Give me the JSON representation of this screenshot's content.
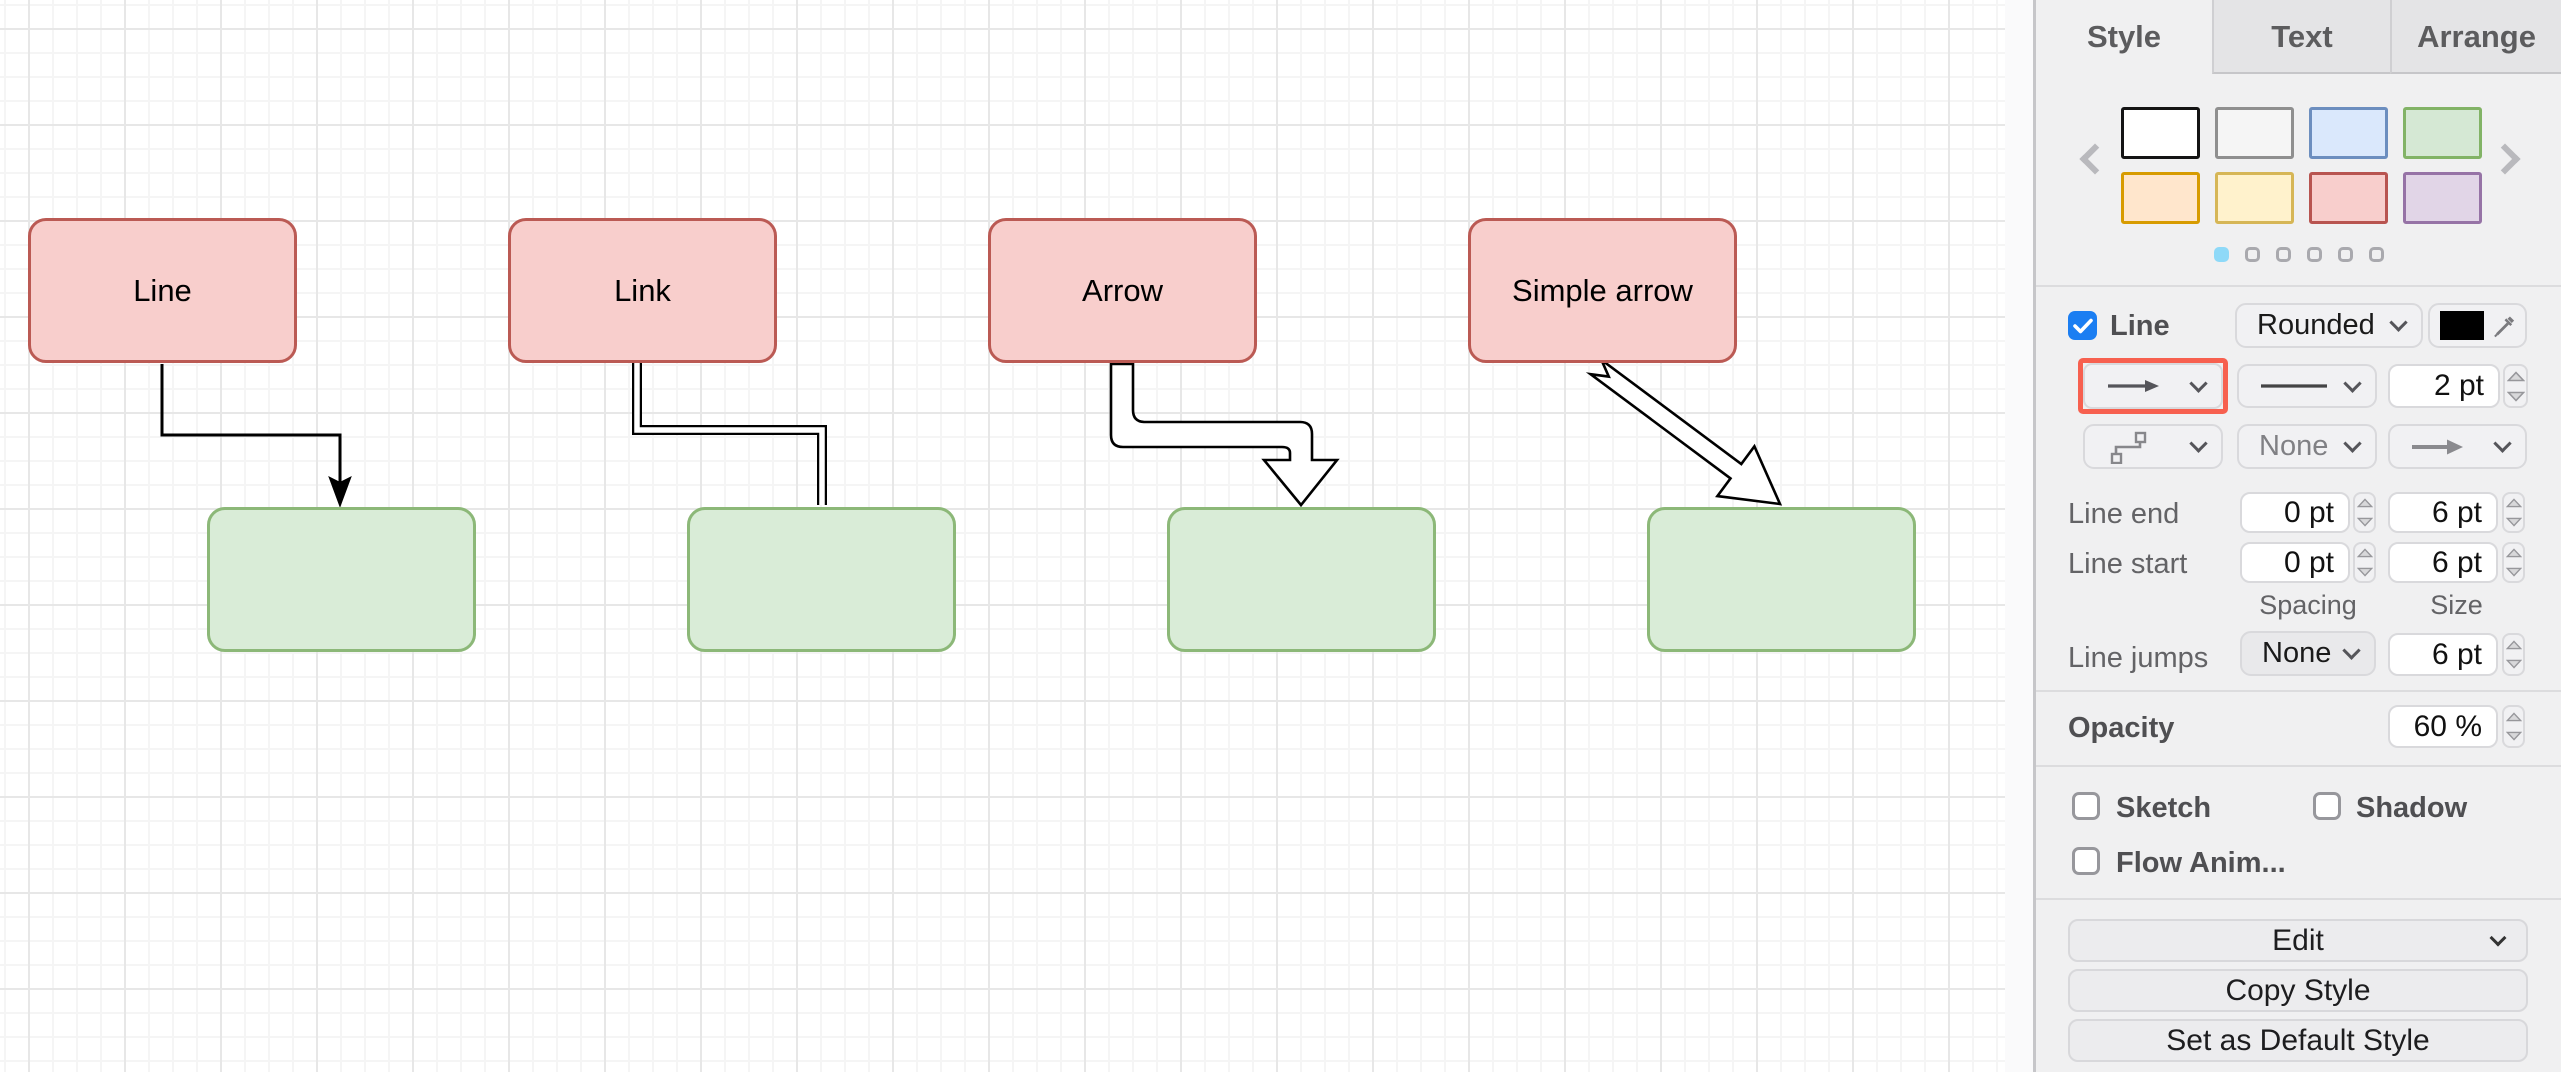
{
  "canvas": {
    "nodes": [
      {
        "label": "Line"
      },
      {
        "label": "Link"
      },
      {
        "label": "Arrow"
      },
      {
        "label": "Simple arrow"
      }
    ],
    "node_colors": {
      "source_fill": "#f8cecc",
      "source_stroke": "#bb5a54",
      "target_fill": "#d9ecd7",
      "target_stroke": "#8cb878"
    },
    "edge_color": "#000000"
  },
  "panel": {
    "tabs": {
      "style": "Style",
      "text": "Text",
      "arrange": "Arrange"
    },
    "swatches": [
      {
        "fill": "#ffffff",
        "stroke": "#141414"
      },
      {
        "fill": "#f5f5f5",
        "stroke": "#8f8f8f"
      },
      {
        "fill": "#dae8fc",
        "stroke": "#6c8ebf"
      },
      {
        "fill": "#d5e8d4",
        "stroke": "#82b366"
      },
      {
        "fill": "#ffe6cc",
        "stroke": "#d79b00"
      },
      {
        "fill": "#fff2cc",
        "stroke": "#d6b656"
      },
      {
        "fill": "#f8cecc",
        "stroke": "#b85450"
      },
      {
        "fill": "#e1d5e7",
        "stroke": "#9673a6"
      }
    ],
    "pager": {
      "count": 6,
      "active": 0,
      "active_color": "#8ed9f8"
    },
    "line": {
      "label": "Line",
      "checked": true,
      "rounded": "Rounded",
      "width": "2 pt",
      "waypoints": "None",
      "highlight_color": "#f7604f",
      "checkbox_color": "#1b7ef2",
      "stroke_color": "#000000"
    },
    "geometry": {
      "line_end_label": "Line end",
      "line_start_label": "Line start",
      "line_jumps_label": "Line jumps",
      "end_spacing": "0 pt",
      "end_size": "6 pt",
      "start_spacing": "0 pt",
      "start_size": "6 pt",
      "jumps_value": "None",
      "jump_size": "6 pt",
      "spacing_label": "Spacing",
      "size_label": "Size"
    },
    "opacity": {
      "label": "Opacity",
      "value": "60 %"
    },
    "effects": {
      "sketch": "Sketch",
      "shadow": "Shadow",
      "flow": "Flow Anim..."
    },
    "actions": {
      "edit": "Edit",
      "copy_style": "Copy Style",
      "set_default": "Set as Default Style"
    }
  }
}
